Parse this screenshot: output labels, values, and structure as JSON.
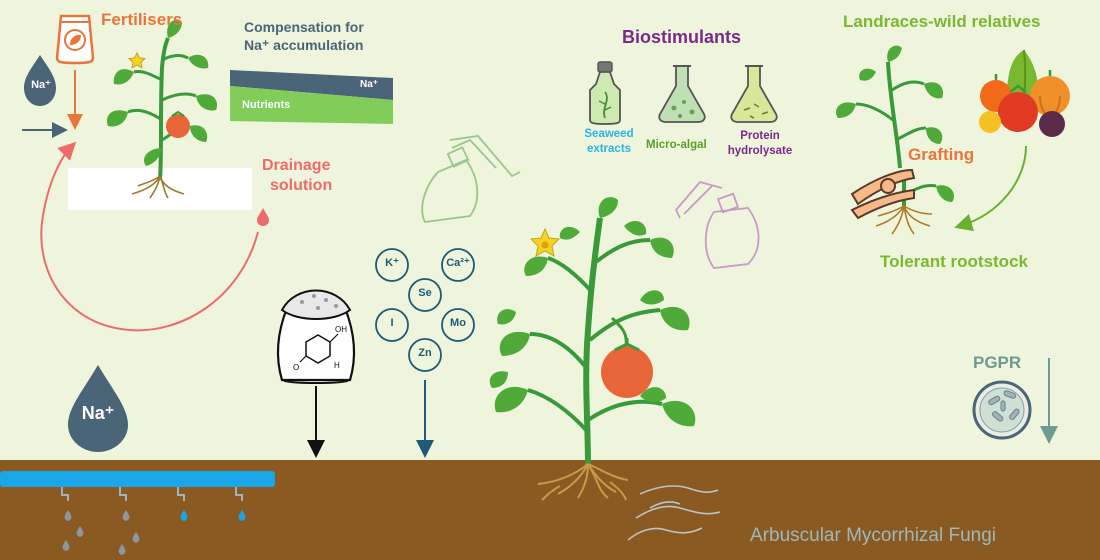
{
  "labels": {
    "fertilisers": "Fertilisers",
    "na_drop_small": "Na⁺",
    "na_drop_large": "Na⁺",
    "compensation_line1": "Compensation for",
    "compensation_line2": "Na⁺ accumulation",
    "bar_na": "Na⁺",
    "bar_nutrients": "Nutrients",
    "drainage_line1": "Drainage",
    "drainage_line2": "solution",
    "biostimulants": "Biostimulants",
    "seaweed_line1": "Seaweed",
    "seaweed_line2": "extracts",
    "micro_algal": "Micro-algal",
    "protein_line1": "Protein",
    "protein_line2": "hydrolysate",
    "landraces": "Landraces-wild relatives",
    "grafting": "Grafting",
    "tolerant_rootstock": "Tolerant rootstock",
    "pgpr": "PGPR",
    "amf": "Arbuscular Mycorrhizal Fungi"
  },
  "elements": [
    "K⁺",
    "Ca²⁺",
    "Se",
    "I",
    "Mo",
    "Zn"
  ],
  "colors": {
    "background": "#eef5dc",
    "soil": "#8a5a22",
    "fertiliser_orange": "#e8763a",
    "drainage_red": "#ec6b6b",
    "slate": "#4a6478",
    "biostimulant_purple": "#7a2a8a",
    "seaweed_blue": "#2cb5e0",
    "microalgal_green": "#5aa028",
    "green_label": "#7ab830",
    "irrigation_blue": "#1aa7e8"
  }
}
